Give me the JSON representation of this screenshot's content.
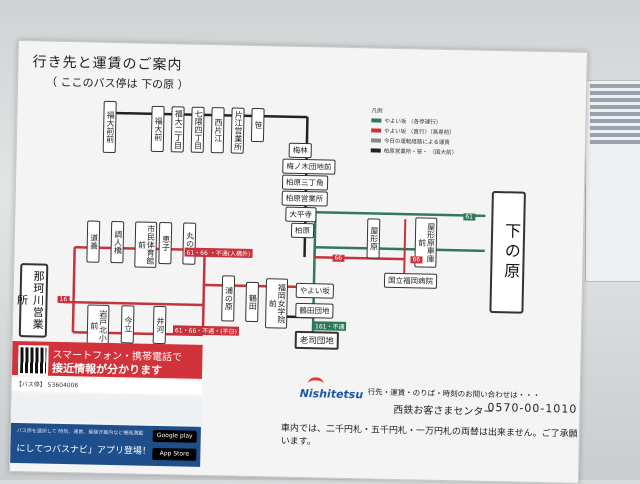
{
  "title": "行き先と運賃のご案内",
  "subtitle": "（ ここのバス停は 下の原 ）",
  "stops": {
    "fukudai_maemae": "福大前前",
    "fukudai_mae": "福大前",
    "fukudai_ni": "福大二丁目",
    "naka_1": "七隈四丁目",
    "naka_2": "西片江",
    "naka_3": "片江営業所",
    "top_last": "笹",
    "c1": "梅林",
    "c2": "梅ノ木団地前",
    "c3": "柏原三丁角",
    "c4": "柏原営業所",
    "c5": "大平寺",
    "c6": "柏原",
    "l1": "道善",
    "l2": "調人橋",
    "l3": "市民体育館前",
    "l4": "恵子",
    "l5": "丸の口",
    "l6": "岩戸北小前",
    "l7": "今立",
    "l8": "井河",
    "m1": "浦の原",
    "m2": "鶴田",
    "m3": "福岡女学院前",
    "yayoi": "やよい坂",
    "tsuruta": "鶴田団地",
    "rougou": "老司団地",
    "shimonohara": "下の原",
    "r1": "屋形原",
    "r2": "屋形原車庫前",
    "hospital": "国立福岡病院",
    "nakagawa": "那珂川営業所"
  },
  "fares": {
    "f1": "61・66 ・不通(入構外)",
    "f2": "61・66・不通・(平日)",
    "f3": "66",
    "f4": "66",
    "f5": "61",
    "f6": "161・不通",
    "f7": "16"
  },
  "legend": {
    "title": "凡例",
    "item1": "やよい坂 〈各停運行〉",
    "item2": "やよい坂 〈直行〉（高専前）",
    "item3": "今日の運転経路による運賃",
    "item4": "柏原営業所・笹・ 〈国大前〉"
  },
  "smartphone": {
    "title": "スマートフォン・携帯電話で",
    "sub": "接近情報が分かります",
    "bus_stop_code_label": "【バス停】",
    "bus_stop_code": "53604006",
    "app_label": "にしてつバスナビ」アプリ登場！",
    "app_note": "バス停を選択して 時刻、運賃、乗継ぎ案内など機能満載",
    "google_play": "Google play",
    "app_store": "App Store"
  },
  "footer": {
    "brand": "Nishitetsu",
    "contact": "行先・運賃・のりば・時刻のお問い合わせは・・・",
    "center": "西鉄お客さまセンター",
    "phone": "0570-00-1010",
    "notice": "車内では、二千円札・五千円札・一万円札の両替は出来ません。ご了承願います。"
  },
  "colors": {
    "route_red": "#c8323c",
    "route_green": "#2f7a5a",
    "route_black": "#222222",
    "brand_blue": "#1d5aa6",
    "accent_red": "#d2323a",
    "app_blue": "#1e4f8c"
  }
}
